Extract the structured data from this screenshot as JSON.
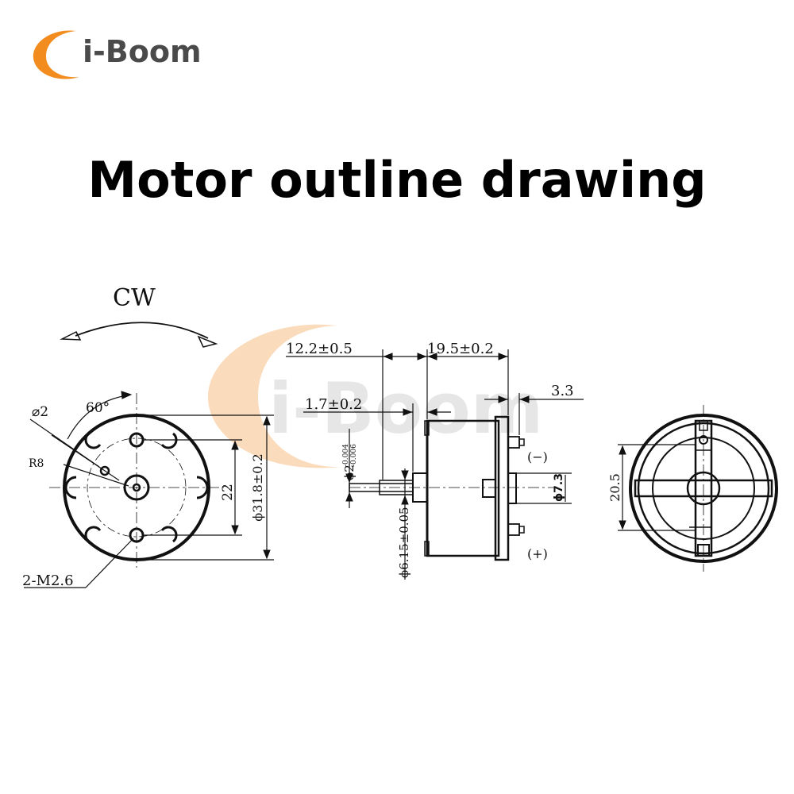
{
  "brand": {
    "name": "i-Boom",
    "accent": "#f28c1e",
    "text_color": "#4a4a4a"
  },
  "title": "Motor outline drawing",
  "watermark": "i-Boom",
  "drawing": {
    "rotation": "CW",
    "front_view": {
      "angle": "60°",
      "hole_dia": "⌀2",
      "radius": "R8",
      "screws": "2-M2.6",
      "hole_spacing": "22",
      "body_dia": "ϕ31.8±0.2"
    },
    "side_view": {
      "shaft_length": "12.2±0.5",
      "body_length": "19.5±0.2",
      "boss_height": "1.7±0.2",
      "terminal_offset": "3.3",
      "shaft_dia": "ϕ2",
      "shaft_tol_upper": "-0.004",
      "shaft_tol_lower": "-0.006",
      "boss_dia": "ϕ6.15±0.05",
      "rear_boss_dia": "ϕ7.3",
      "negative": "(−)",
      "positive": "(+)"
    },
    "rear_view": {
      "width": "20.5"
    }
  }
}
